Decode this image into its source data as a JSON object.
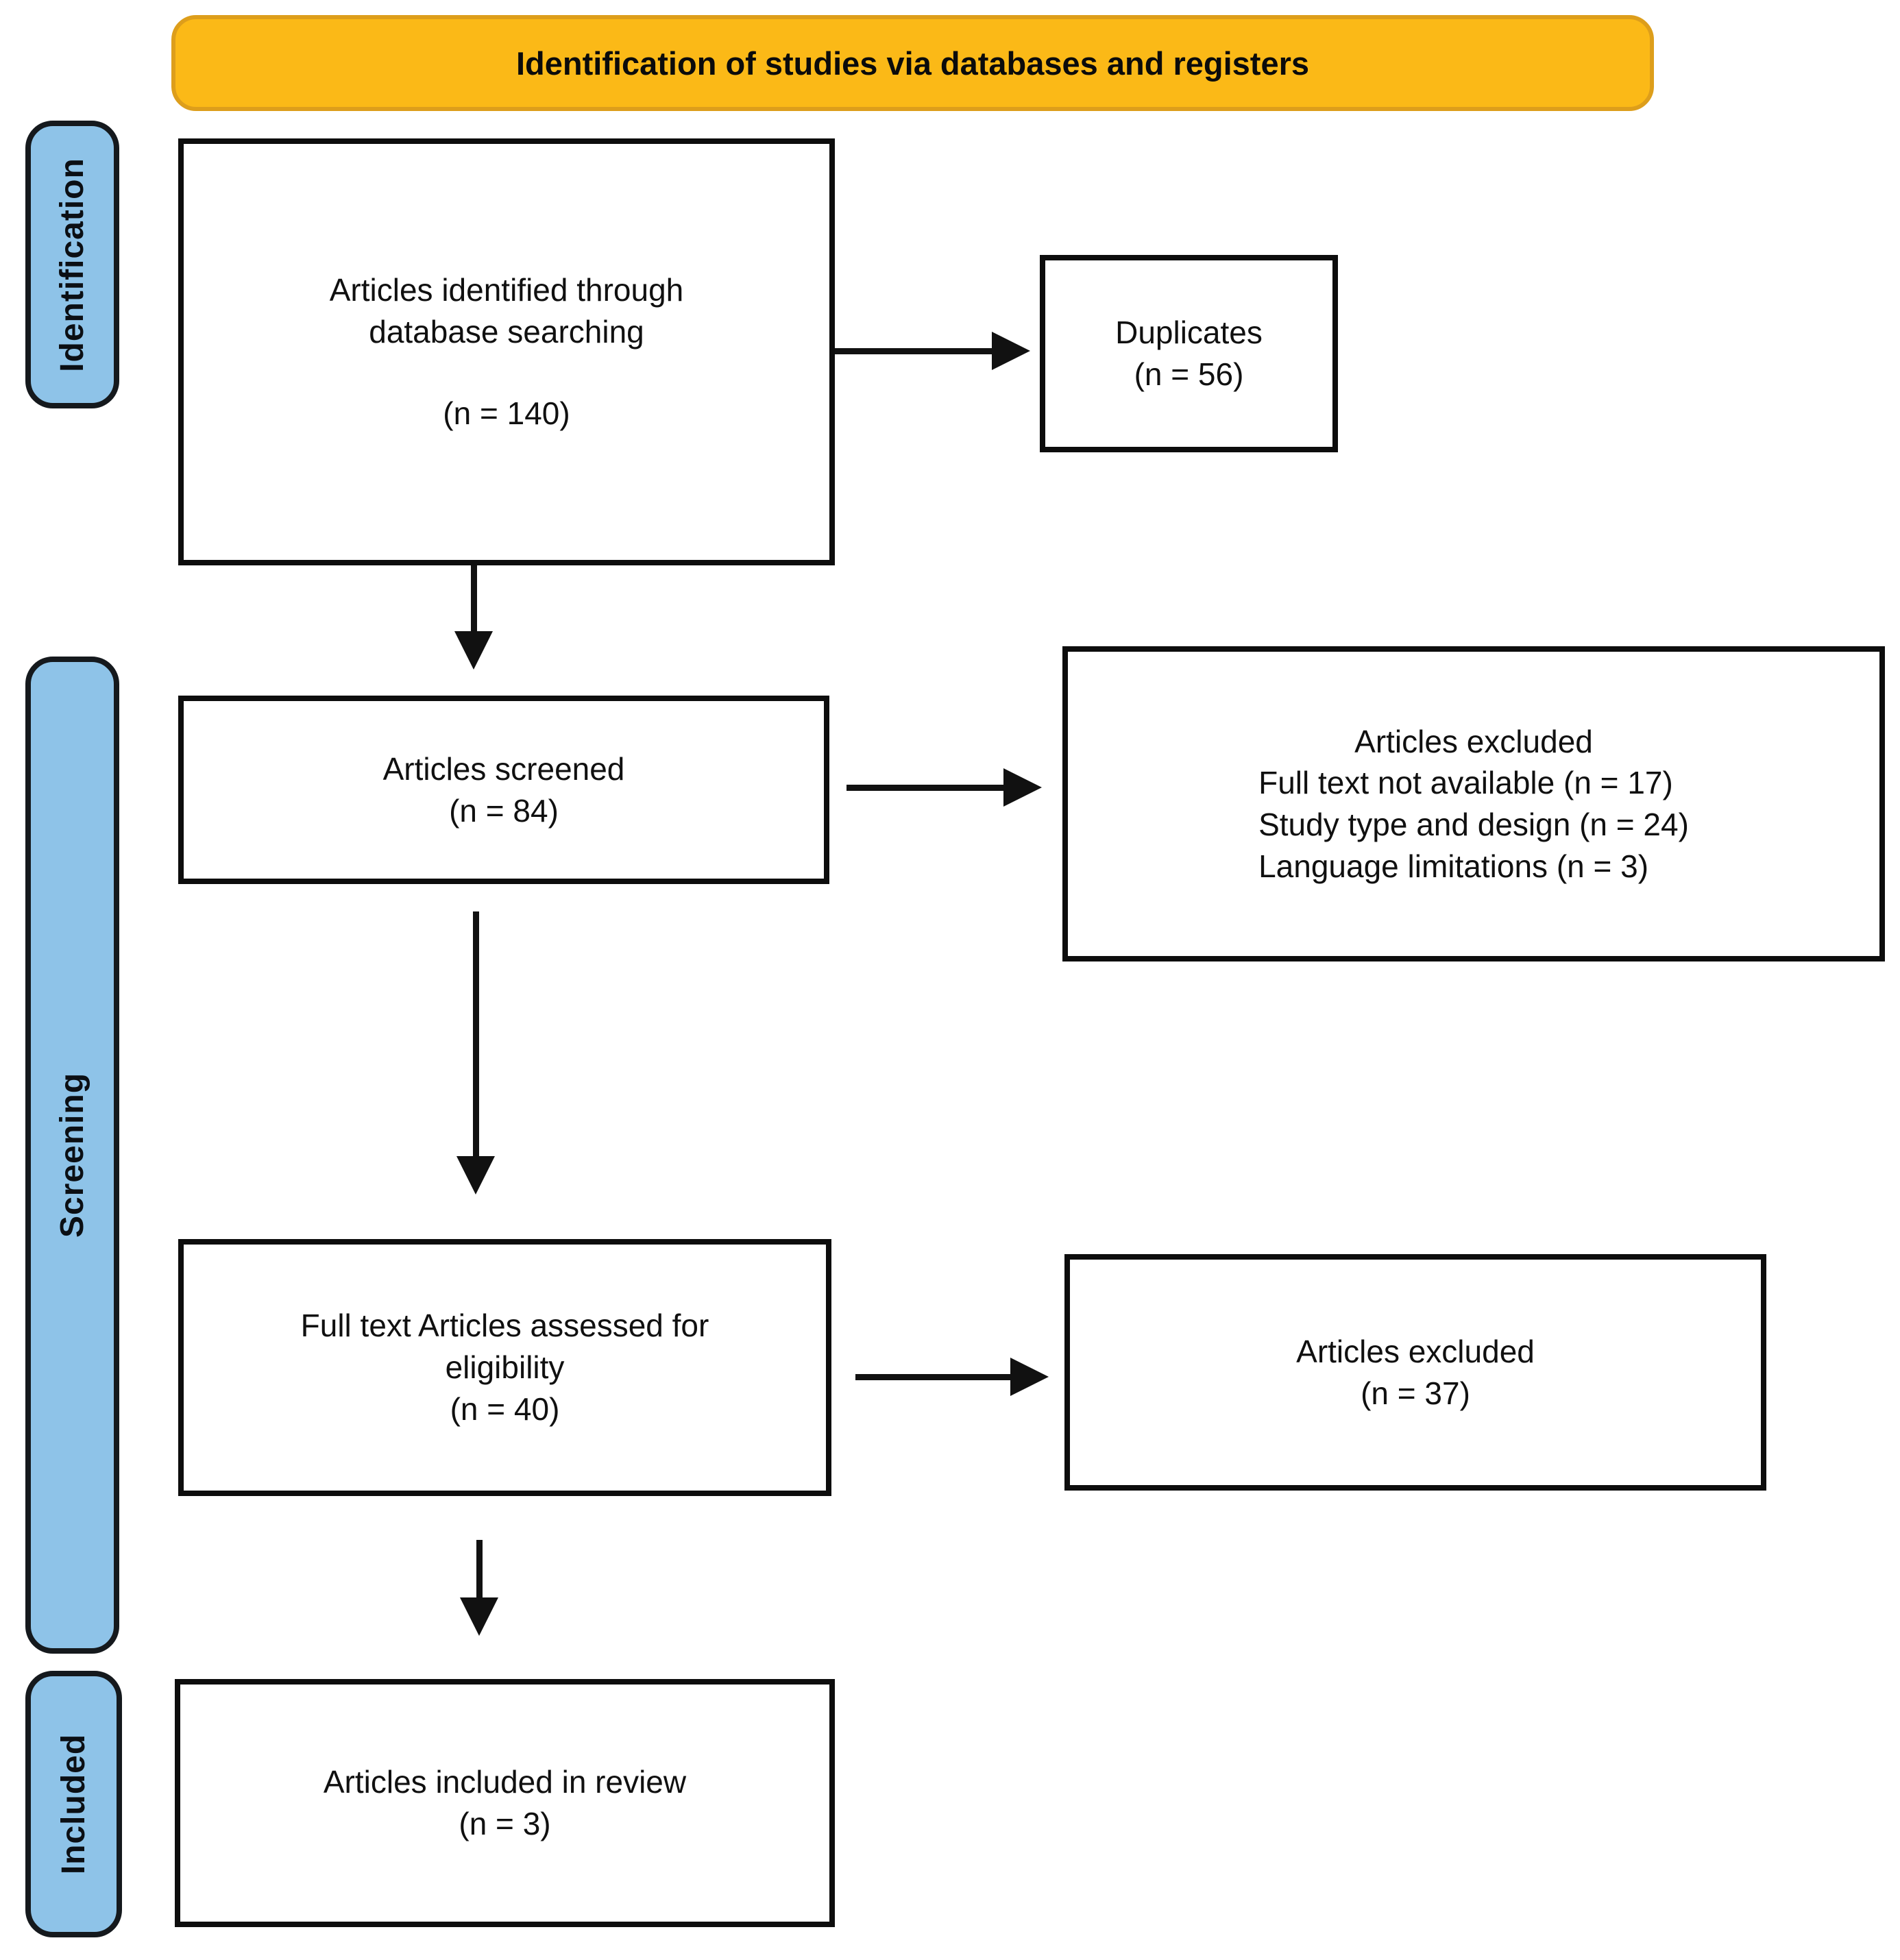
{
  "banner": {
    "label": "Identification of studies via databases and registers"
  },
  "stage_labels": [
    {
      "label": "Identification"
    },
    {
      "label": "Screening"
    },
    {
      "label": "Included"
    }
  ],
  "boxes": {
    "identified": {
      "lines": [
        "Articles identified through",
        "database searching"
      ],
      "count": "(n = 140)"
    },
    "duplicates": {
      "title": "Duplicates",
      "count": "(n = 56)"
    },
    "screened": {
      "title": "Articles screened",
      "count": "(n = 84)"
    },
    "excluded_screening": {
      "title": "Articles excluded",
      "reasons": [
        "Full text not available (n = 17)",
        "Study type and design (n = 24)",
        "Language limitations (n = 3)"
      ]
    },
    "fulltext": {
      "lines": [
        "Full text Articles assessed for",
        "eligibility"
      ],
      "count": "(n = 40)"
    },
    "excluded_fulltext": {
      "title": "Articles excluded",
      "count": "(n = 37)"
    },
    "included": {
      "title": "Articles included in review",
      "count": "(n = 3)"
    }
  },
  "colors": {
    "banner_fill": "#FBB917",
    "banner_border": "#DD9E1B",
    "stage_fill": "#8EC3E8",
    "stage_border": "#15191D",
    "box_border": "#0D0D0D",
    "arrow": "#111111",
    "text": "#101010"
  }
}
